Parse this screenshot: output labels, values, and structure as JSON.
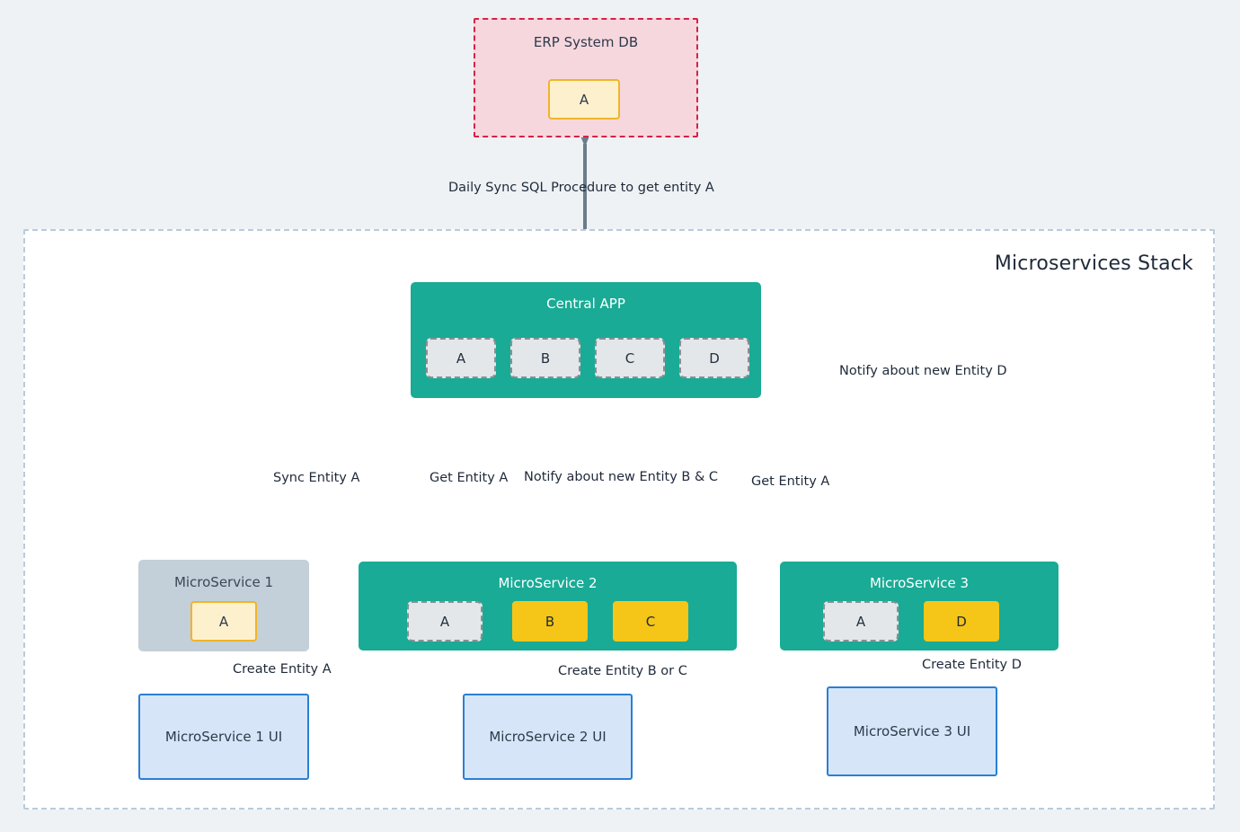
{
  "diagram": {
    "title_visible": false,
    "background": "#eef2f5",
    "colors": {
      "teal": "#19ab95",
      "amber": "#f5c518",
      "cream": "#fdf0cd",
      "cream_border": "#f0b429",
      "grey_blue": "#c3cfd9",
      "ui_blue_fill": "#d6e6f8",
      "ui_blue_border": "#2a7fd4",
      "erp_pink_fill": "#f7d7de",
      "erp_red_border": "#d62246",
      "ghost_chip_fill": "#e4e7e9",
      "ghost_chip_border": "#8d8d95",
      "arrow": "#6b7c8d",
      "container_dash": "#b9cbdd"
    }
  },
  "stack": {
    "label": "Microservices Stack"
  },
  "erp": {
    "title": "ERP System DB",
    "entities": [
      {
        "label": "A",
        "style": "cream"
      }
    ]
  },
  "central": {
    "title": "Central APP",
    "entities": [
      {
        "label": "A",
        "style": "ghost"
      },
      {
        "label": "B",
        "style": "ghost"
      },
      {
        "label": "C",
        "style": "ghost"
      },
      {
        "label": "D",
        "style": "ghost"
      }
    ]
  },
  "services": [
    {
      "title": "MicroService 1",
      "style": "grey-blue",
      "entities": [
        {
          "label": "A",
          "style": "cream"
        }
      ]
    },
    {
      "title": "MicroService 2",
      "style": "teal",
      "entities": [
        {
          "label": "A",
          "style": "ghost"
        },
        {
          "label": "B",
          "style": "amber"
        },
        {
          "label": "C",
          "style": "amber"
        }
      ]
    },
    {
      "title": "MicroService 3",
      "style": "teal",
      "entities": [
        {
          "label": "A",
          "style": "ghost"
        },
        {
          "label": "D",
          "style": "amber"
        }
      ]
    }
  ],
  "uis": [
    {
      "label": "MicroService 1 UI"
    },
    {
      "label": "MicroService 2 UI"
    },
    {
      "label": "MicroService 3 UI"
    }
  ],
  "edges": [
    {
      "id": "erp-central",
      "label": "Daily Sync SQL Procedure to get entity A",
      "direction": "both",
      "from": "Central APP",
      "to": "ERP System DB"
    },
    {
      "id": "central-ms1",
      "label": "Sync Entity A",
      "direction": "both",
      "from": "MicroService 1",
      "to": "Central APP"
    },
    {
      "id": "central-ms2-get",
      "label": "Get Entity A",
      "direction": "down",
      "from": "Central APP",
      "to": "MicroService 2"
    },
    {
      "id": "ms2-central-notify",
      "label": "Notify about new Entity B & C",
      "direction": "up",
      "from": "MicroService 2",
      "to": "Central APP"
    },
    {
      "id": "central-ms3-get",
      "label": "Get Entity A",
      "direction": "down",
      "from": "Central APP",
      "to": "MicroService 3"
    },
    {
      "id": "ms3-central-notify",
      "label": "Notify about new Entity D",
      "direction": "up-left",
      "from": "MicroService 3",
      "to": "Central APP"
    },
    {
      "id": "ui1-ms1",
      "label": "Create Entity A",
      "direction": "up",
      "from": "MicroService 1 UI",
      "to": "MicroService 1"
    },
    {
      "id": "ui2-ms2",
      "label": "Create Entity B or C",
      "direction": "up",
      "from": "MicroService 2 UI",
      "to": "MicroService 2"
    },
    {
      "id": "ui3-ms3",
      "label": "Create Entity D",
      "direction": "up",
      "from": "MicroService 3 UI",
      "to": "MicroService 3"
    }
  ]
}
